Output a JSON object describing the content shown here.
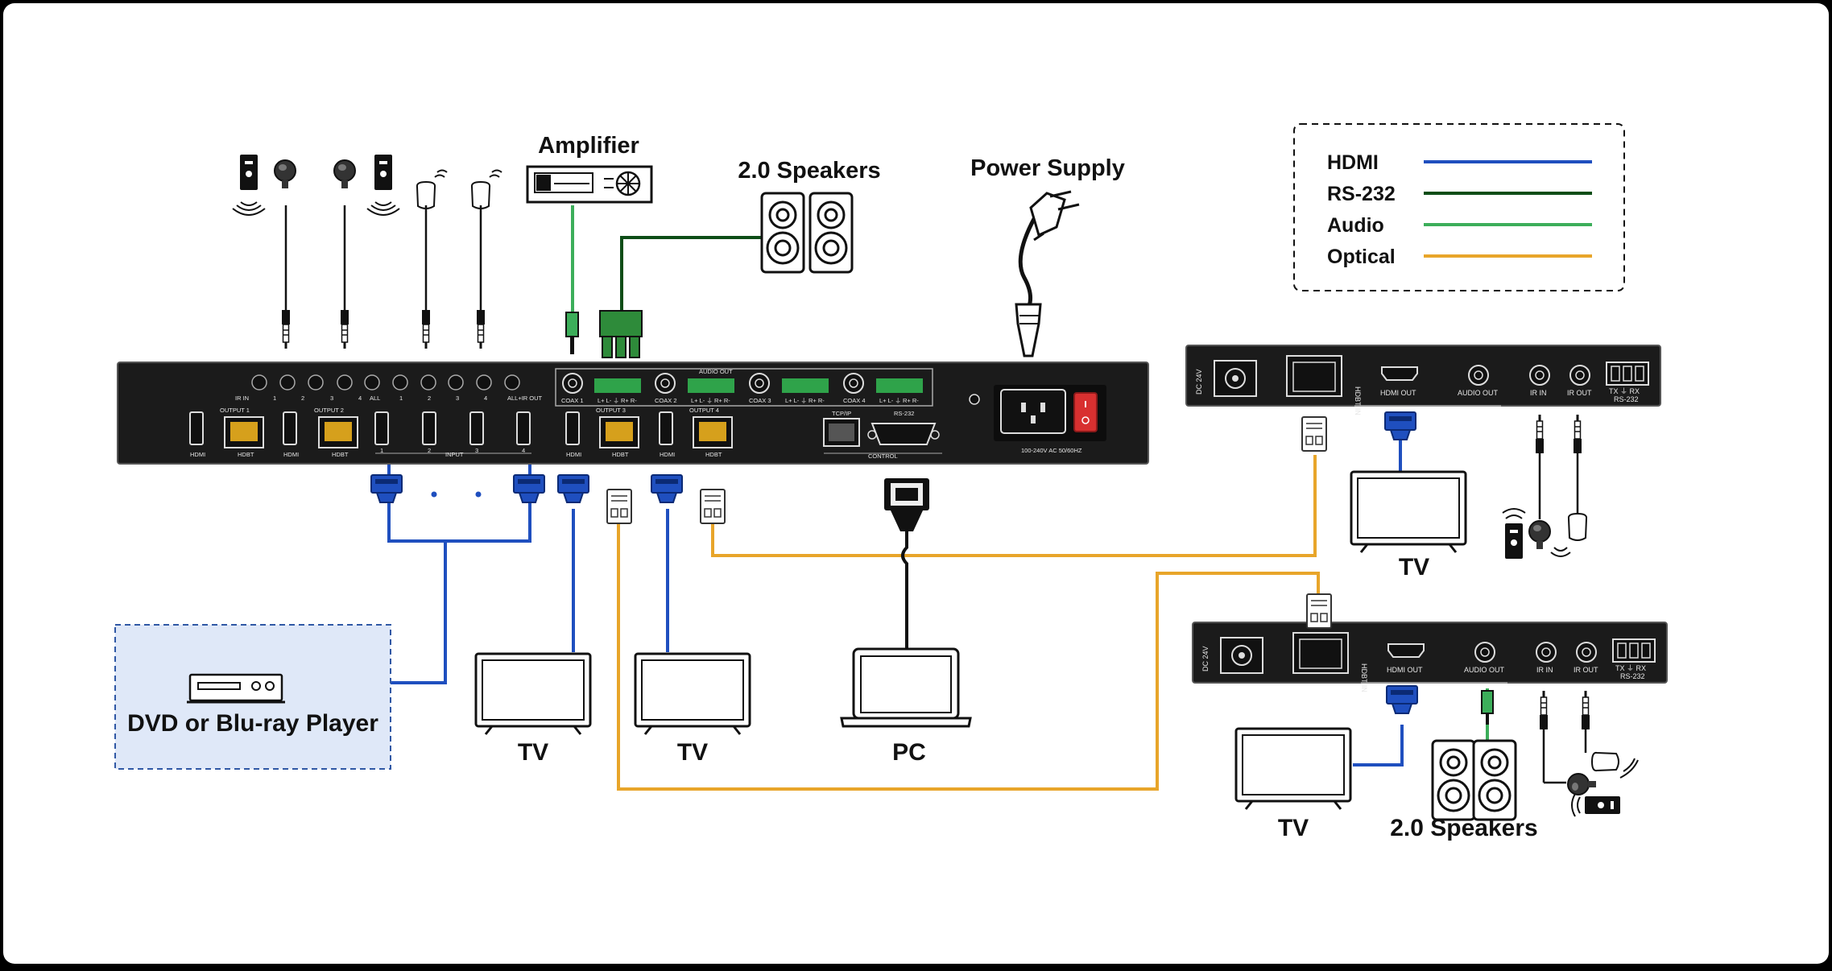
{
  "labels": {
    "amplifier": "Amplifier",
    "speakers_top": "2.0 Speakers",
    "power_supply": "Power Supply",
    "dvd": "DVD or Blu-ray Player",
    "tv1": "TV",
    "tv2": "TV",
    "pc": "PC",
    "tv_rx1": "TV",
    "tv_rx2": "TV",
    "speakers_bottom": "2.0 Speakers"
  },
  "legend": [
    {
      "label": "HDMI",
      "color": "#1f4fbf"
    },
    {
      "label": "RS-232",
      "color": "#0d4d17"
    },
    {
      "label": "Audio",
      "color": "#3cae5a"
    },
    {
      "label": "Optical",
      "color": "#e8a52a"
    }
  ],
  "matrix_panel": {
    "ir_in": "IR IN",
    "ir_nums": [
      "1",
      "2",
      "3",
      "4",
      "ALL"
    ],
    "ir_out_nums": [
      "1",
      "2",
      "3",
      "4"
    ],
    "ir_out": "ALL+IR OUT",
    "audio_out": "AUDIO OUT",
    "coax1": "COAX 1",
    "coax2": "COAX 2",
    "coax3": "COAX 3",
    "coax4": "COAX 4",
    "term_pins": "L+ L-  ⏚  R+ R-",
    "output1": "OUTPUT 1",
    "output2": "OUTPUT 2",
    "output3": "OUTPUT 3",
    "output4": "OUTPUT 4",
    "hdmi": "HDMI",
    "hdbt": "HDBT",
    "input": "INPUT",
    "input_nums": [
      "1",
      "2",
      "3",
      "4"
    ],
    "tcpip": "TCP/IP",
    "rs232": "RS-232",
    "control": "CONTROL",
    "power_rating": "100-240V AC 50/60HZ"
  },
  "receiver_panel": {
    "dc24v": "DC 24V",
    "hdbt_in": "HDBT IN",
    "hdmi_out": "HDMI OUT",
    "audio_out": "AUDIO OUT",
    "ir_in": "IR IN",
    "ir_out": "IR OUT",
    "tx_rx": "TX  ⏚  RX",
    "rs232": "RS-232"
  }
}
